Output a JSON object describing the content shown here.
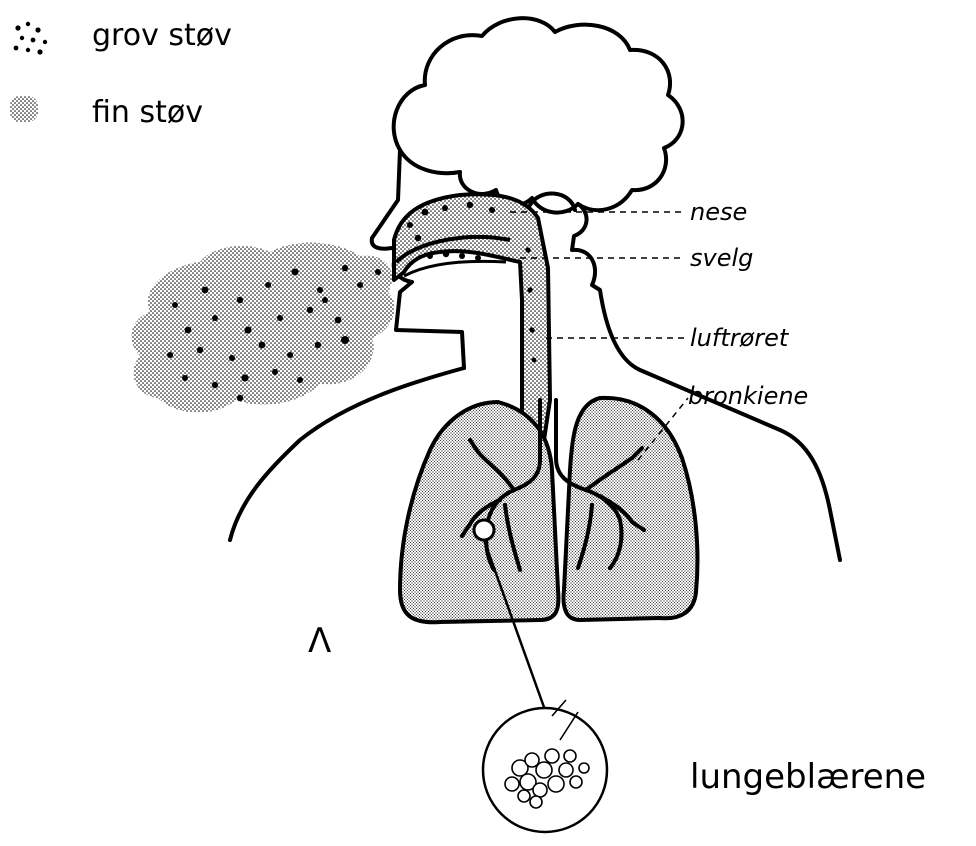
{
  "legend": {
    "coarse_label": "grov støv",
    "fine_label": "fin støv"
  },
  "labels": {
    "nose": "nese",
    "throat": "svelg",
    "trachea": "luftrøret",
    "bronchi": "bronkiene",
    "alveoli": "lungeblærene"
  },
  "marks": {
    "caret": "Λ"
  },
  "colors": {
    "ink": "#000000",
    "stipple": "#bdbdbd",
    "paper": "#ffffff"
  }
}
